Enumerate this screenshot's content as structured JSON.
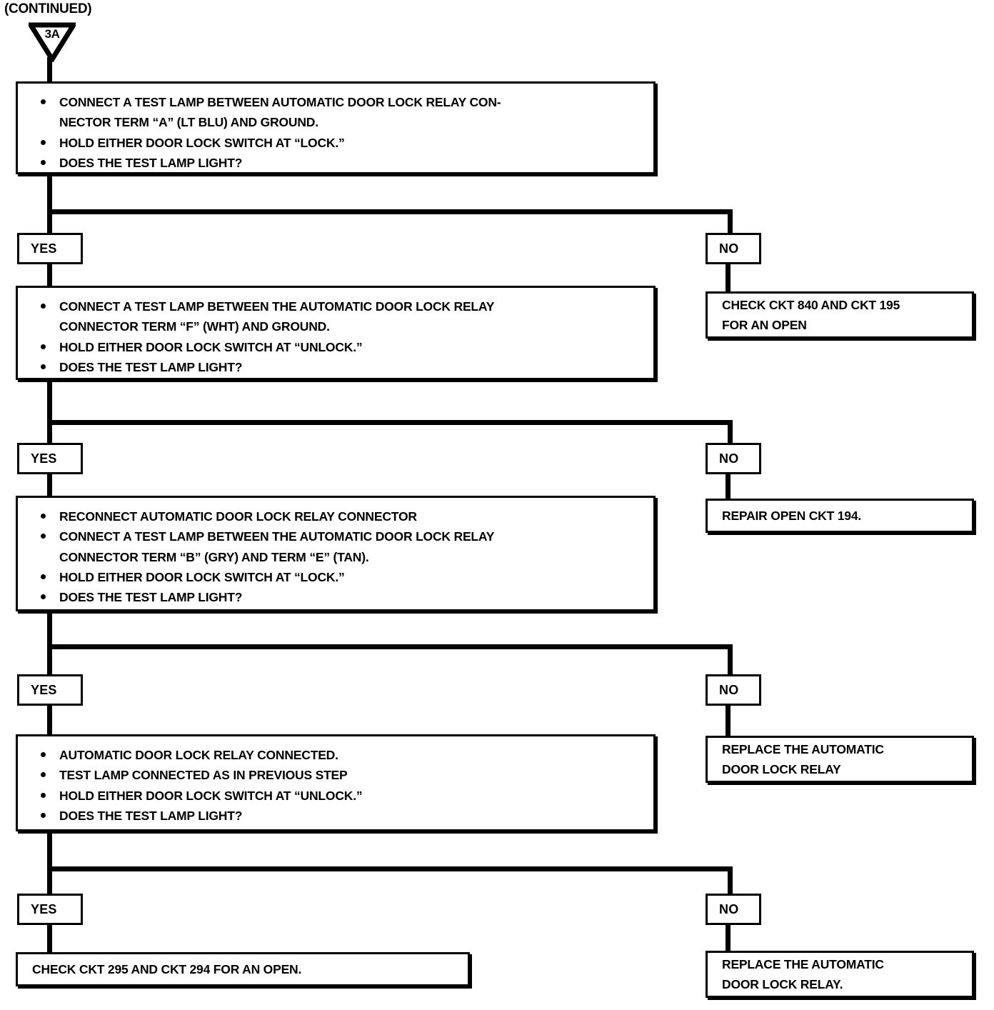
{
  "page": {
    "continued_label": "(CONTINUED)",
    "connector_label": "3A"
  },
  "flow": {
    "steps": [
      {
        "id": "step-1",
        "bullets": [
          "CONNECT A TEST LAMP BETWEEN AUTOMATIC DOOR LOCK RELAY CON-\nNECTOR TERM “A” (LT BLU) AND GROUND.",
          "HOLD EITHER DOOR LOCK SWITCH AT “LOCK.”",
          "DOES THE TEST LAMP LIGHT?"
        ]
      },
      {
        "id": "step-2",
        "bullets": [
          "CONNECT A TEST LAMP BETWEEN THE AUTOMATIC DOOR LOCK RELAY\nCONNECTOR TERM “F” (WHT) AND GROUND.",
          "HOLD EITHER DOOR LOCK SWITCH AT “UNLOCK.”",
          "DOES THE TEST LAMP LIGHT?"
        ]
      },
      {
        "id": "step-3",
        "bullets": [
          "RECONNECT AUTOMATIC DOOR LOCK RELAY CONNECTOR",
          "CONNECT A TEST LAMP BETWEEN THE AUTOMATIC DOOR LOCK RELAY\nCONNECTOR TERM “B” (GRY) AND TERM “E” (TAN).",
          "HOLD EITHER DOOR LOCK SWITCH AT “LOCK.”",
          "DOES THE TEST LAMP LIGHT?"
        ]
      },
      {
        "id": "step-4",
        "bullets": [
          "AUTOMATIC DOOR LOCK RELAY CONNECTED.",
          "TEST LAMP CONNECTED AS IN PREVIOUS STEP",
          "HOLD EITHER DOOR LOCK SWITCH AT “UNLOCK.”",
          "DOES THE TEST LAMP LIGHT?"
        ]
      }
    ],
    "branches": [
      {
        "yes_label": "YES",
        "no_label": "NO"
      },
      {
        "yes_label": "YES",
        "no_label": "NO"
      },
      {
        "yes_label": "YES",
        "no_label": "NO"
      },
      {
        "yes_label": "YES",
        "no_label": "NO"
      }
    ],
    "results": [
      {
        "id": "result-1",
        "text": "CHECK CKT 840 AND CKT 195\nFOR AN OPEN"
      },
      {
        "id": "result-2",
        "text": "REPAIR OPEN CKT 194."
      },
      {
        "id": "result-3",
        "text": "REPLACE THE AUTOMATIC\nDOOR LOCK RELAY"
      },
      {
        "id": "result-4",
        "text": "REPLACE THE AUTOMATIC\nDOOR LOCK RELAY."
      },
      {
        "id": "result-final-left",
        "text": "CHECK CKT 295 AND CKT 294 FOR AN OPEN."
      }
    ]
  },
  "style": {
    "line_color": "#000000",
    "background": "#ffffff"
  }
}
